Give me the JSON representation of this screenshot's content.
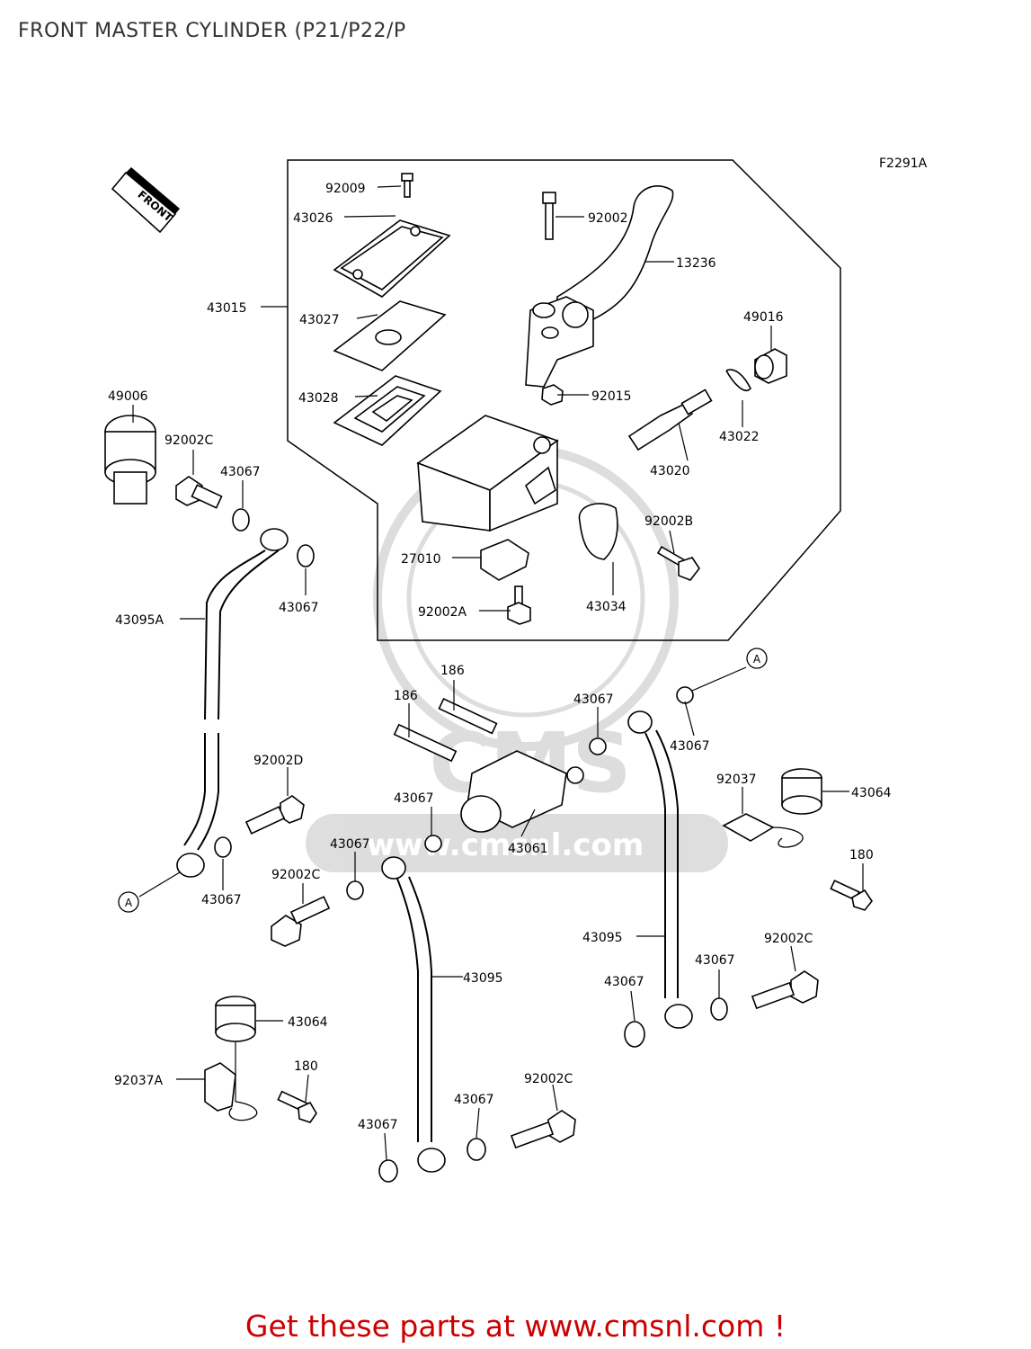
{
  "title": "FRONT MASTER CYLINDER (P21/P22/P",
  "figure_code": "F2291A",
  "front_marker": "FRONT",
  "reference_marks": [
    "A",
    "A"
  ],
  "watermark": "www.cmsnl.com",
  "footer": "Get these parts at www.cmsnl.com !",
  "colors": {
    "footer_text": "#cc0000",
    "title_text": "#333333"
  },
  "parts": [
    "92009",
    "92002",
    "43026",
    "13236",
    "43015",
    "43027",
    "49016",
    "49006",
    "43028",
    "92015",
    "92002C",
    "43022",
    "43067",
    "43020",
    "92002B",
    "27010",
    "43067",
    "43095A",
    "43034",
    "92002A",
    "186",
    "186",
    "43067",
    "43067",
    "92002D",
    "92037",
    "43067",
    "43064",
    "43061",
    "43067",
    "180",
    "92002C",
    "43067",
    "43095",
    "43095",
    "92002C",
    "43067",
    "43067",
    "43064",
    "92037A",
    "180",
    "92002C",
    "43067",
    "43067"
  ]
}
